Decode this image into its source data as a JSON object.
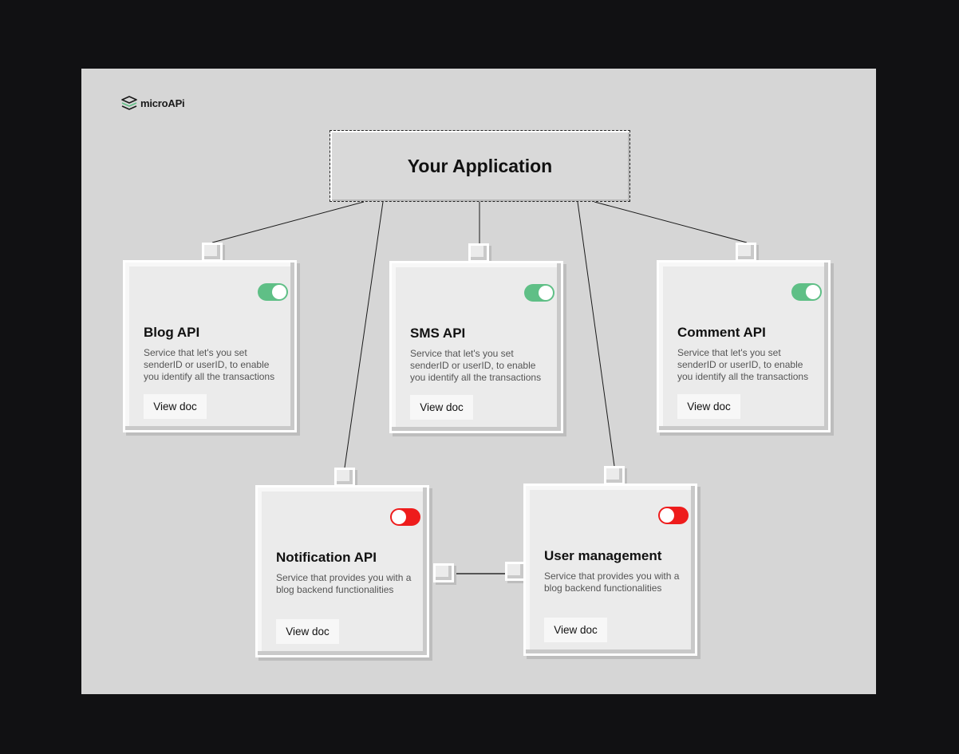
{
  "logo": {
    "text": "microAPi",
    "icon": "stack-layers-icon",
    "accent": "#5fbf86"
  },
  "app": {
    "title": "Your Application"
  },
  "cards": [
    {
      "title": "Blog API",
      "desc": "Service that let's you set senderID or userID, to enable you identify all the transactions",
      "button": "View doc",
      "enabled": true
    },
    {
      "title": "SMS API",
      "desc": "Service that let's you set senderID or userID, to enable you identify all the transactions",
      "button": "View doc",
      "enabled": true
    },
    {
      "title": "Comment API",
      "desc": "Service that let's you set senderID or userID, to enable you identify all the transactions",
      "button": "View doc",
      "enabled": true
    },
    {
      "title": "Notification API",
      "desc": "Service that provides you with a blog backend functionalities",
      "button": "View doc",
      "enabled": false
    },
    {
      "title": "User management",
      "desc": "Service that provides you with a blog backend functionalities",
      "button": "View doc",
      "enabled": false
    }
  ],
  "colors": {
    "toggle_on": "#5fbf86",
    "toggle_off": "#ee1c1c",
    "canvas": "#d6d6d6",
    "background": "#111113"
  }
}
